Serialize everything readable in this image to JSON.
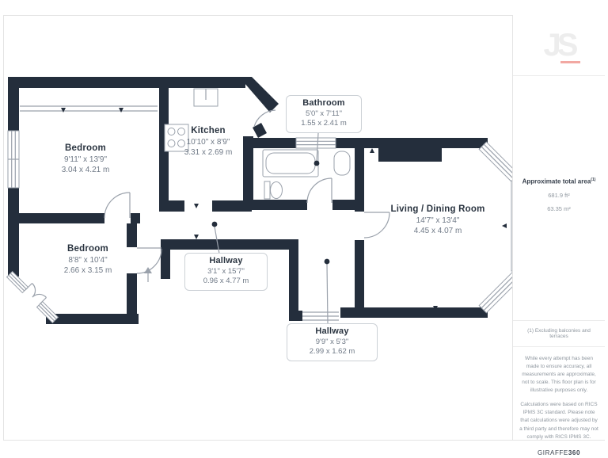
{
  "colors": {
    "wall": "#242e3c",
    "line": "#9aa1ab",
    "accent": "#f2a8a2",
    "label_title": "#2a3440",
    "label_dim": "#707a87",
    "sidebar_text": "#8f979f",
    "sidebar_dark": "#39424e",
    "frame_border": "#e4e4e4"
  },
  "rooms": {
    "bedroom1": {
      "name": "Bedroom",
      "imperial": "9'11\" x 13'9\"",
      "metric": "3.04 x 4.21 m"
    },
    "kitchen": {
      "name": "Kitchen",
      "imperial": "10'10\" x 8'9\"",
      "metric": "3.31 x 2.69 m"
    },
    "bathroom": {
      "name": "Bathroom",
      "imperial": "5'0\" x 7'11\"",
      "metric": "1.55 x 2.41 m"
    },
    "living": {
      "name": "Living / Dining Room",
      "imperial": "14'7\" x 13'4\"",
      "metric": "4.45 x 4.07 m"
    },
    "bedroom2": {
      "name": "Bedroom",
      "imperial": "8'8\" x 10'4\"",
      "metric": "2.66 x 3.15 m"
    },
    "hallway1": {
      "name": "Hallway",
      "imperial": "3'1\" x 15'7\"",
      "metric": "0.96 x 4.77 m"
    },
    "hallway2": {
      "name": "Hallway",
      "imperial": "9'9\" x 5'3\"",
      "metric": "2.99 x 1.62 m"
    }
  },
  "sidebar": {
    "logo": "JS",
    "area_label": "Approximate total area",
    "area_note_ref": "(1)",
    "area_ft": "681.9 ft²",
    "area_m": "63.35 m²",
    "note": "(1) Excluding balconies and terraces",
    "disclaimer1": "While every attempt has been made to ensure accuracy, all measurements are approximate, not to scale. This floor plan is for illustrative purposes only.",
    "disclaimer2": "Calculations were based on RICS IPMS 3C standard. Please note that calculations were adjusted by a third party and therefore may not comply with RICS IPMS 3C.",
    "brand_name": "GIRAFFE",
    "brand_number": "360"
  }
}
